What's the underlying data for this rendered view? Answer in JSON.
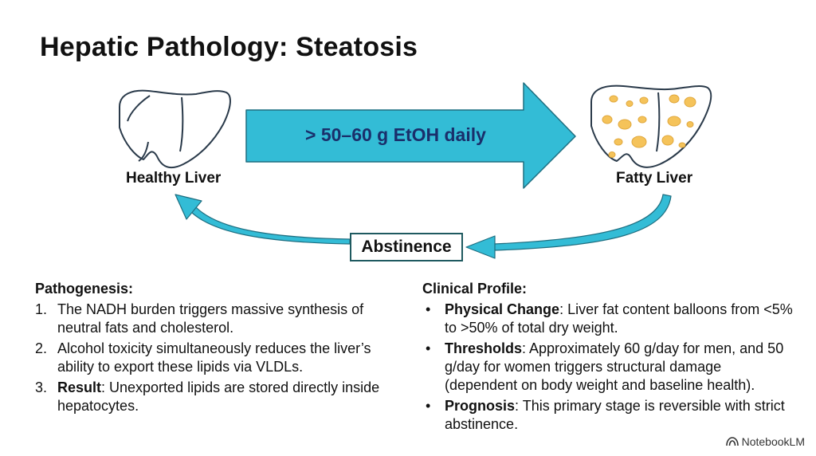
{
  "title": "Hepatic Pathology: Steatosis",
  "diagram": {
    "healthy_label": "Healthy Liver",
    "fatty_label": "Fatty Liver",
    "arrow_label": "> 50–60 g EtOH daily",
    "return_label": "Abstinence",
    "colors": {
      "arrow_fill": "#33bcd6",
      "arrow_stroke": "#1e6e80",
      "fat_droplets": "#f5c35a"
    }
  },
  "pathogenesis": {
    "heading": "Pathogenesis:",
    "items": [
      {
        "num": "1.",
        "bold": "",
        "text": "The NADH burden triggers massive synthesis of neutral fats and cholesterol."
      },
      {
        "num": "2.",
        "bold": "",
        "text": "Alcohol toxicity simultaneously reduces the liver’s ability to export these lipids via VLDLs."
      },
      {
        "num": "3.",
        "bold": "Result",
        "text": ": Unexported lipids are stored directly inside hepatocytes."
      }
    ]
  },
  "clinical": {
    "heading": "Clinical Profile:",
    "items": [
      {
        "bold": "Physical Change",
        "text": ": Liver fat content balloons from <5% to >50% of total dry weight."
      },
      {
        "bold": "Thresholds",
        "text": ": Approximately 60 g/day for men, and 50 g/day for women triggers structural damage (dependent on body weight and baseline health)."
      },
      {
        "bold": "Prognosis",
        "text": ": This primary stage is reversible with strict abstinence."
      }
    ]
  },
  "branding": {
    "name": "NotebookLM",
    "icon": "notebooklm-logo-icon"
  }
}
